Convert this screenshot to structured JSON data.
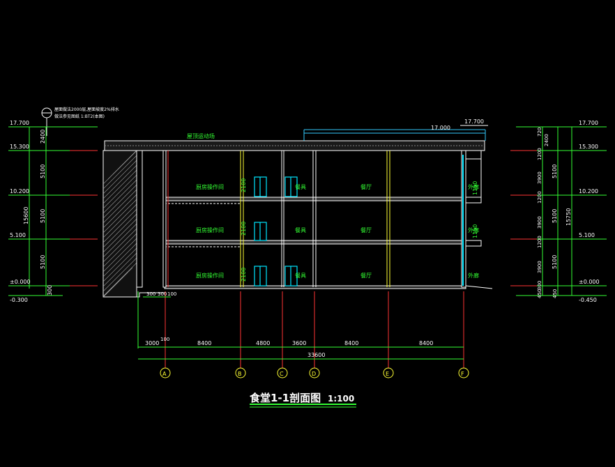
{
  "colors": {
    "background": "#000000",
    "wall": "#ffffff",
    "dimension": "#33ff33",
    "axis": "#ff3333",
    "column": "#ffff33",
    "glass": "#00e5ff",
    "roof": "#33ccff"
  },
  "drawing": {
    "title": "食堂1-1剖面图",
    "scale": "1:100",
    "roof_label": "屋顶运动场",
    "roof_note_1": "屋面做法2000层,屋面坡度2%排水",
    "roof_note_2": "做法参见图纸 1:BT2(本图)"
  },
  "elevations": {
    "left": [
      "17.700",
      "15.300",
      "10.200",
      "5.100",
      "±0.000",
      "-0.300"
    ],
    "right": [
      "17.700",
      "15.300",
      "10.200",
      "5.100",
      "±0.000",
      "-0.450"
    ],
    "roof_top": "17.700",
    "roof_parapet": "17.000"
  },
  "dims_left": {
    "segments": [
      "2400",
      "5100",
      "5100",
      "5100",
      "300"
    ],
    "total": "15600"
  },
  "dims_right": {
    "inner": [
      "720",
      "2400",
      "1200",
      "3900",
      "1200",
      "3900",
      "1200",
      "3900",
      "300",
      "450"
    ],
    "outer": [
      "5100",
      "5100",
      "5100",
      "450"
    ],
    "total": "15750"
  },
  "rooms": [
    {
      "name": "厨房操作间",
      "height": "2100"
    },
    {
      "name": "厨房操作间",
      "height": "2100"
    },
    {
      "name": "厨房操作间",
      "height": "2100"
    }
  ],
  "room_labels": {
    "kitchen": "厨房操作间",
    "tableware": "餐具",
    "dining": "餐厅",
    "corridor": "外廊",
    "window_tag": "1150"
  },
  "bottom_dims": {
    "first_row": [
      "300",
      "300",
      "100"
    ],
    "spans": [
      "3000",
      "100",
      "8400",
      "4800",
      "3600",
      "8400",
      "8400"
    ],
    "total": "33600"
  },
  "axes": [
    "A",
    "B",
    "C",
    "D",
    "E",
    "F"
  ]
}
